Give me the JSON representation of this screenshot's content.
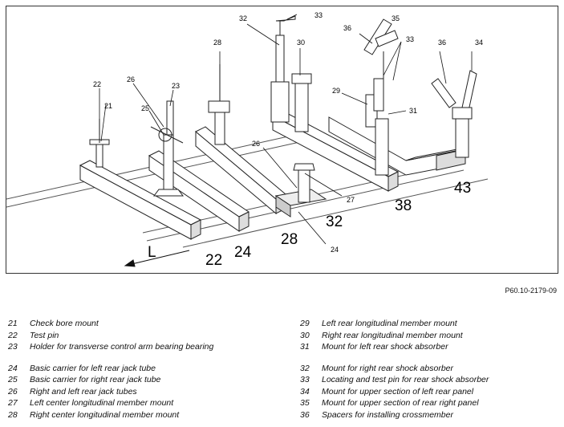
{
  "figure_ref": "P60.10-2179-09",
  "direction_label": "L",
  "station_numbers": [
    "22",
    "24",
    "28",
    "32",
    "38",
    "43"
  ],
  "callouts": [
    "21",
    "22",
    "23",
    "24",
    "25",
    "26",
    "27",
    "28",
    "29",
    "30",
    "31",
    "32",
    "33",
    "34",
    "35",
    "36"
  ],
  "legend": {
    "left": [
      {
        "num": "21",
        "text": "Check bore mount"
      },
      {
        "num": "22",
        "text": "Test pin"
      },
      {
        "num": "23",
        "text": "Holder for transverse control arm bearing bearing"
      },
      {
        "num": "24",
        "text": "Basic carrier for left rear jack tube"
      },
      {
        "num": "25",
        "text": "Basic carrier for right rear jack tube"
      },
      {
        "num": "26",
        "text": "Right and left rear jack tubes"
      },
      {
        "num": "27",
        "text": "Left center longitudinal member mount"
      },
      {
        "num": "28",
        "text": "Right center longitudinal member mount"
      }
    ],
    "right": [
      {
        "num": "29",
        "text": "Left rear longitudinal member mount"
      },
      {
        "num": "30",
        "text": "Right rear longitudinal member mount"
      },
      {
        "num": "31",
        "text": "Mount for left rear shock absorber"
      },
      {
        "num": "32",
        "text": "Mount for right rear shock absorber"
      },
      {
        "num": "33",
        "text": "Locating and test pin for rear shock absorber"
      },
      {
        "num": "34",
        "text": "Mount for upper section of left rear panel"
      },
      {
        "num": "35",
        "text": "Mount for upper section of rear right panel"
      },
      {
        "num": "36",
        "text": "Spacers for installing crossmember"
      }
    ]
  }
}
